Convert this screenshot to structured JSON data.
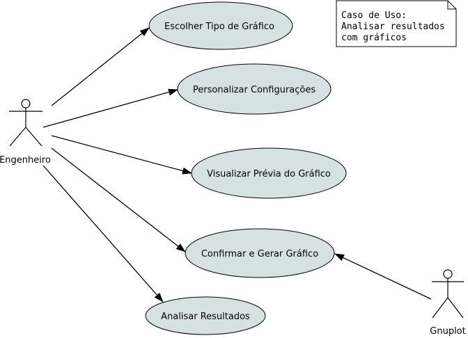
{
  "diagram": {
    "actors": [
      {
        "id": "engenheiro",
        "label": "Engenheiro"
      },
      {
        "id": "gnuplot",
        "label": "Gnuplot"
      }
    ],
    "use_cases": [
      {
        "id": "escolher",
        "label": "Escolher Tipo de Gráfico"
      },
      {
        "id": "personalizar",
        "label": "Personalizar Configurações"
      },
      {
        "id": "visualizar",
        "label": "Visualizar Prévia do Gráfico"
      },
      {
        "id": "confirmar",
        "label": "Confirmar e Gerar Gráfico"
      },
      {
        "id": "analisar",
        "label": "Analisar Resultados"
      }
    ],
    "associations": [
      {
        "from": "engenheiro",
        "to": "escolher"
      },
      {
        "from": "engenheiro",
        "to": "personalizar"
      },
      {
        "from": "engenheiro",
        "to": "visualizar"
      },
      {
        "from": "engenheiro",
        "to": "confirmar"
      },
      {
        "from": "engenheiro",
        "to": "analisar"
      },
      {
        "from": "gnuplot",
        "to": "confirmar"
      }
    ],
    "note": {
      "lines": [
        "Caso de Uso:",
        "Analisar resultados",
        "com gráficos"
      ]
    },
    "colors": {
      "ellipse_fill": "#d6e2e1",
      "stroke": "#000000"
    }
  }
}
